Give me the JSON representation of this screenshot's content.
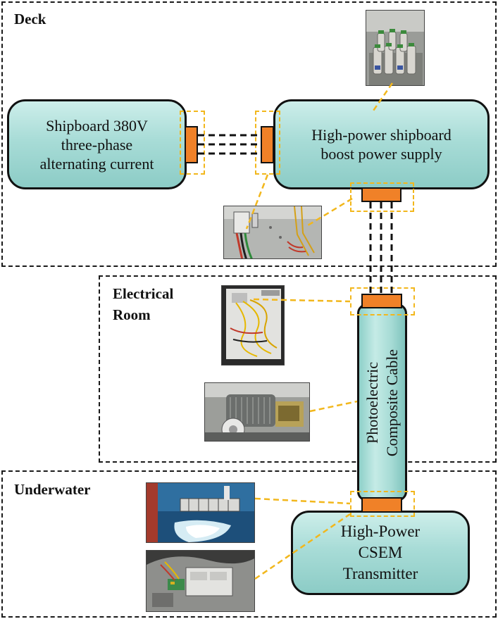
{
  "regions": {
    "deck": "Deck",
    "electrical_room": "Electrical\nRoom",
    "underwater": "Underwater"
  },
  "boxes": {
    "shipboard_ac": "Shipboard 380V\nthree-phase\nalternating current",
    "boost_supply": "High-power shipboard\nboost power supply",
    "cable": "Photoelectric\nComposite Cable",
    "transmitter": "High-Power\nCSEM\nTransmitter"
  },
  "colors": {
    "box_fill": "#a8dcd7",
    "connector": "#f08128",
    "highlight": "#f2b71c",
    "line": "#111111"
  },
  "photos": [
    "capacitor-bank-photo",
    "power-cabinet-wiring-photo",
    "cable-junction-box-photo",
    "cable-winch-photo",
    "transmitter-deployment-photo",
    "transmitter-electronics-photo"
  ]
}
